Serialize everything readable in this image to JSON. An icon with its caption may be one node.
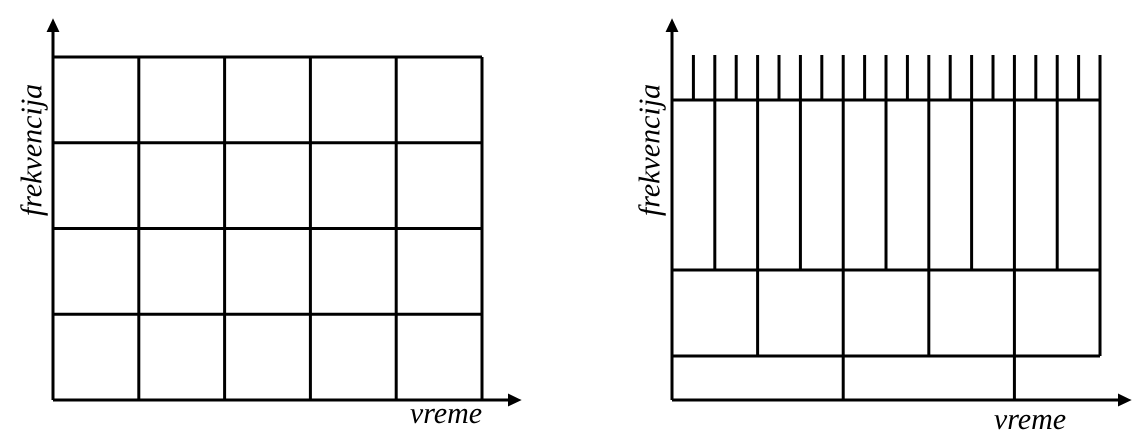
{
  "diagram": {
    "labels": [
      "frekvencija",
      "vreme",
      "frekvencija",
      "vreme"
    ]
  }
}
